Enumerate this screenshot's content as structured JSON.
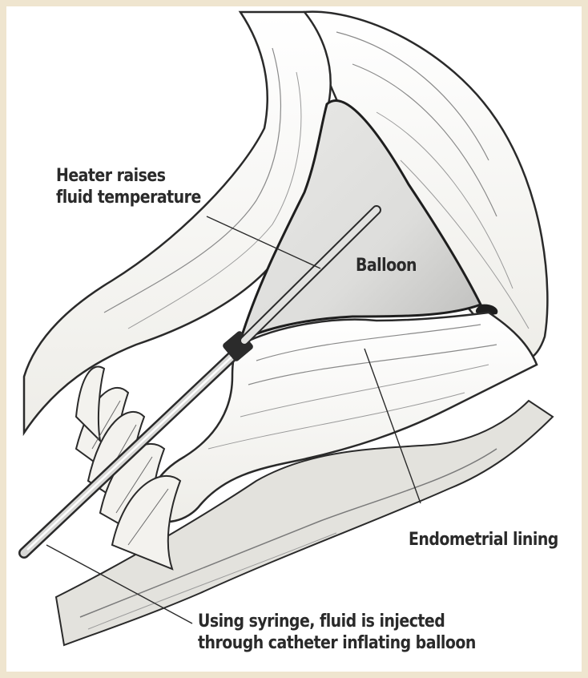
{
  "labels": {
    "heater": [
      "Heater raises",
      "fluid temperature"
    ],
    "balloon": "Balloon",
    "endometrial": "Endometrial lining",
    "syringe": [
      "Using syringe, fluid is injected",
      "through catheter inflating balloon"
    ]
  },
  "colors": {
    "background": "#efe5cf",
    "paper": "#ffffff",
    "ink": "#2a2a2a",
    "tissue": "#f7f6f1",
    "cavity": "#e6e6e3",
    "shadow": "#1e1e1e"
  }
}
